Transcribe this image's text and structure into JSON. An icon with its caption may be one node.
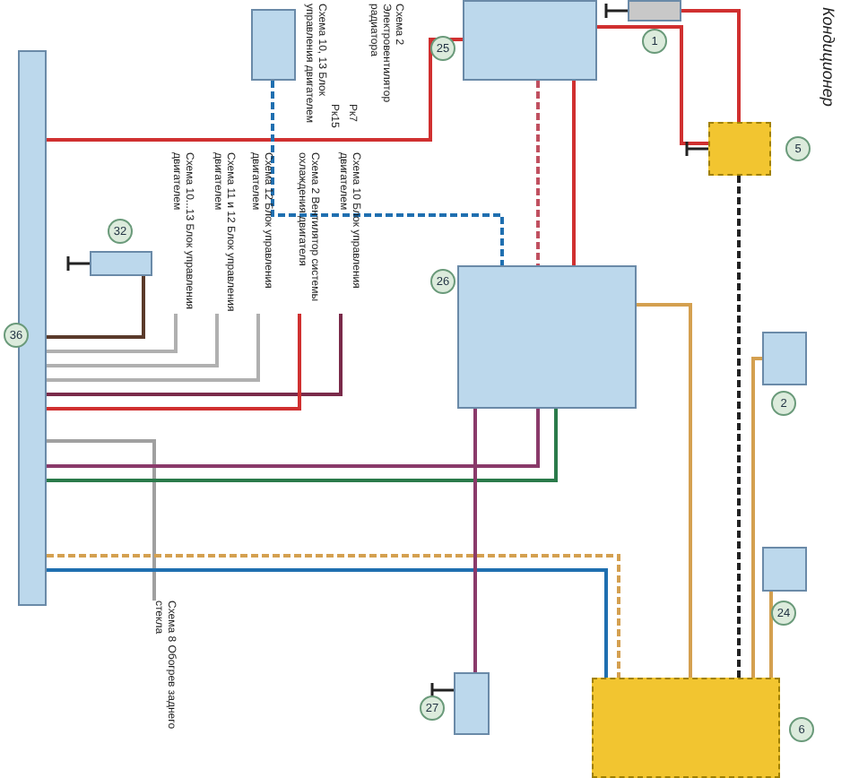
{
  "diagram": {
    "title": "Кондиционер",
    "nodes": [
      {
        "text": [],
        "shape": "box",
        "beside": [
          "36"
        ]
      },
      {
        "text": [],
        "shape": "box",
        "beside": [
          "25"
        ]
      },
      {
        "text": [],
        "shape": "box",
        "beside": [
          "1"
        ]
      },
      {
        "text": [],
        "shape": "box",
        "beside": [
          "5"
        ]
      },
      {
        "text": [],
        "shape": "box",
        "beside": [
          "26"
        ]
      },
      {
        "text": [],
        "shape": "box",
        "beside": [
          "2"
        ]
      },
      {
        "text": [],
        "shape": "box",
        "beside": [
          "24"
        ]
      },
      {
        "text": [],
        "shape": "box",
        "beside": [
          "6"
        ]
      },
      {
        "text": [],
        "shape": "box",
        "beside": [
          "27"
        ]
      },
      {
        "text": [],
        "shape": "box",
        "beside": [
          "32"
        ]
      },
      {
        "text": [],
        "shape": "box"
      },
      {
        "text": [
          "Схема 10 Блок управления двигателем"
        ]
      },
      {
        "text": [
          "Схема 2 Вентилятор системы охлаждения двигателя"
        ]
      },
      {
        "text": [
          "Схема 12 Блок управления двигателем"
        ]
      },
      {
        "text": [
          "Схема 11 и 12 Блок управления двигателем"
        ]
      },
      {
        "text": [
          "Схема 10...13 Блок управления двигателем"
        ]
      },
      {
        "text": [
          "Схема 8 Обогрев заднего стекла"
        ]
      }
    ],
    "edges": [
      {
        "from": 0,
        "to": 11,
        "arrow": "none",
        "color": "#7a2a4a"
      },
      {
        "from": 0,
        "to": 12,
        "arrow": "none",
        "color": "#d03030"
      },
      {
        "from": 0,
        "to": 13,
        "arrow": "none",
        "color": "#b0b0b0"
      },
      {
        "from": 0,
        "to": 14,
        "arrow": "none",
        "color": "#b0b0b0"
      },
      {
        "from": 0,
        "to": 15,
        "arrow": "none",
        "color": "#b0b0b0"
      },
      {
        "from": 0,
        "to": 9,
        "arrow": "none",
        "color": "#5a3a2a"
      },
      {
        "from": 0,
        "to": 16,
        "arrow": "none",
        "color": "#a0a0a0"
      },
      {
        "from": 0,
        "to": 4,
        "arrow": "none",
        "color": "#8a3a6a"
      },
      {
        "from": 0,
        "to": 4,
        "arrow": "none",
        "color": "#2a7a4a"
      },
      {
        "from": 0,
        "to": 1,
        "arrow": "none",
        "color": "#d03030"
      },
      {
        "from": 0,
        "to": 7,
        "arrow": "none",
        "style": "dashed",
        "color": "#d4a050"
      },
      {
        "from": 0,
        "to": 7,
        "arrow": "none",
        "color": "#1f6fb0"
      },
      {
        "from": 1,
        "to": 4,
        "arrow": "none",
        "style": "dashed",
        "color": "#c05060"
      },
      {
        "from": 1,
        "to": 4,
        "arrow": "none",
        "color": "#d03030"
      },
      {
        "from": 1,
        "to": 3,
        "arrow": "none",
        "color": "#d03030"
      },
      {
        "from": 2,
        "to": 3,
        "arrow": "none",
        "color": "#d03030"
      },
      {
        "from": 3,
        "to": 7,
        "arrow": "none",
        "style": "dashed",
        "color": "#222222"
      },
      {
        "from": 4,
        "to": 7,
        "arrow": "none",
        "color": "#d4a050"
      },
      {
        "from": 4,
        "to": 8,
        "arrow": "none",
        "color": "#8a3a6a"
      },
      {
        "from": 5,
        "to": 7,
        "arrow": "none",
        "color": "#d4a050"
      },
      {
        "from": 6,
        "to": 7,
        "arrow": "none",
        "color": "#d4a050"
      },
      {
        "from": 10,
        "to": 4,
        "arrow": "none",
        "style": "dashed",
        "color": "#1f6fb0"
      }
    ],
    "labels": [
      "Схема 10, 13 Блок управления двигателем",
      "Схема 2 Электровентилятор радиатора",
      "Рк7",
      "Рк15"
    ]
  }
}
